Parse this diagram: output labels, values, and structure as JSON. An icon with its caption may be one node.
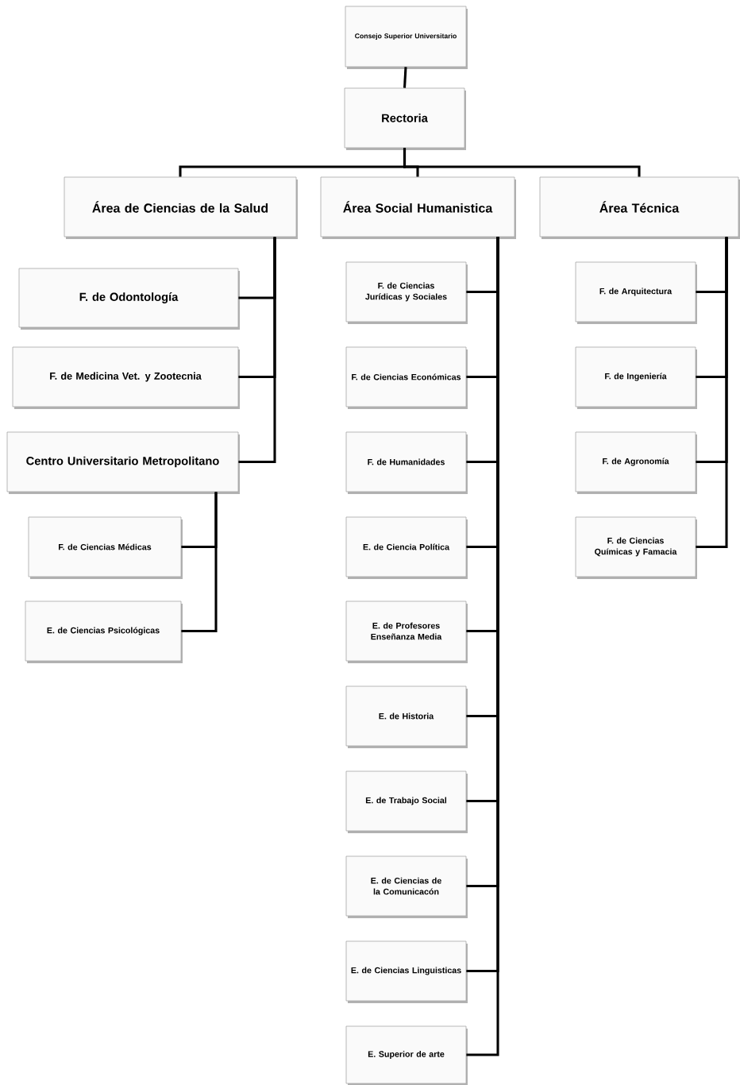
{
  "diagram": {
    "nodes": [
      {
        "text": [
          "Consejo Superior Universitario"
        ]
      },
      {
        "text": [
          "Rectoria"
        ]
      },
      {
        "text": [
          "Área de Ciencias de la Salud"
        ]
      },
      {
        "text": [
          "Área Social Humanistica"
        ]
      },
      {
        "text": [
          "Área Técnica"
        ]
      },
      {
        "text": [
          "F. de Odontología"
        ]
      },
      {
        "text": [
          "F. de Medicina Vet. y Zootecnia"
        ]
      },
      {
        "text": [
          "Centro Universitario Metropolitano"
        ]
      },
      {
        "text": [
          "F. de Ciencias Médicas"
        ]
      },
      {
        "text": [
          "E. de Ciencias Psicológicas"
        ]
      },
      {
        "text": [
          "F. de Ciencias Jurídicas y Sociales"
        ]
      },
      {
        "text": [
          "F. de Ciencias Económicas"
        ]
      },
      {
        "text": [
          "F. de Humanidades"
        ]
      },
      {
        "text": [
          "E. de Ciencia Política"
        ]
      },
      {
        "text": [
          "E. de Profesores Enseñanza Media"
        ]
      },
      {
        "text": [
          "E. de Historia"
        ]
      },
      {
        "text": [
          "E. de Trabajo Social"
        ]
      },
      {
        "text": [
          "E. de Ciencias de la Comunicacón"
        ]
      },
      {
        "text": [
          "E. de Ciencias Linguisticas"
        ]
      },
      {
        "text": [
          "E. Superior de arte"
        ]
      },
      {
        "text": [
          "F. de Arquitectura"
        ]
      },
      {
        "text": [
          "F. de Ingeniería"
        ]
      },
      {
        "text": [
          "F. de Agronomía"
        ]
      },
      {
        "text": [
          "F. de Ciencias Químicas y Famacia"
        ]
      }
    ],
    "edges": [
      {
        "from": 0,
        "to": 1,
        "arrow": "none"
      },
      {
        "from": 1,
        "to": 2,
        "arrow": "none"
      },
      {
        "from": 1,
        "to": 3,
        "arrow": "none"
      },
      {
        "from": 1,
        "to": 4,
        "arrow": "none"
      },
      {
        "from": 2,
        "to": 5,
        "arrow": "none"
      },
      {
        "from": 2,
        "to": 6,
        "arrow": "none"
      },
      {
        "from": 2,
        "to": 7,
        "arrow": "none"
      },
      {
        "from": 7,
        "to": 8,
        "arrow": "none"
      },
      {
        "from": 7,
        "to": 9,
        "arrow": "none"
      },
      {
        "from": 3,
        "to": 10,
        "arrow": "none"
      },
      {
        "from": 3,
        "to": 11,
        "arrow": "none"
      },
      {
        "from": 3,
        "to": 12,
        "arrow": "none"
      },
      {
        "from": 3,
        "to": 13,
        "arrow": "none"
      },
      {
        "from": 3,
        "to": 14,
        "arrow": "none"
      },
      {
        "from": 3,
        "to": 15,
        "arrow": "none"
      },
      {
        "from": 3,
        "to": 16,
        "arrow": "none"
      },
      {
        "from": 3,
        "to": 17,
        "arrow": "none"
      },
      {
        "from": 3,
        "to": 18,
        "arrow": "none"
      },
      {
        "from": 3,
        "to": 19,
        "arrow": "none"
      },
      {
        "from": 4,
        "to": 20,
        "arrow": "none"
      },
      {
        "from": 4,
        "to": 21,
        "arrow": "none"
      },
      {
        "from": 4,
        "to": 22,
        "arrow": "none"
      },
      {
        "from": 4,
        "to": 23,
        "arrow": "none"
      }
    ]
  }
}
